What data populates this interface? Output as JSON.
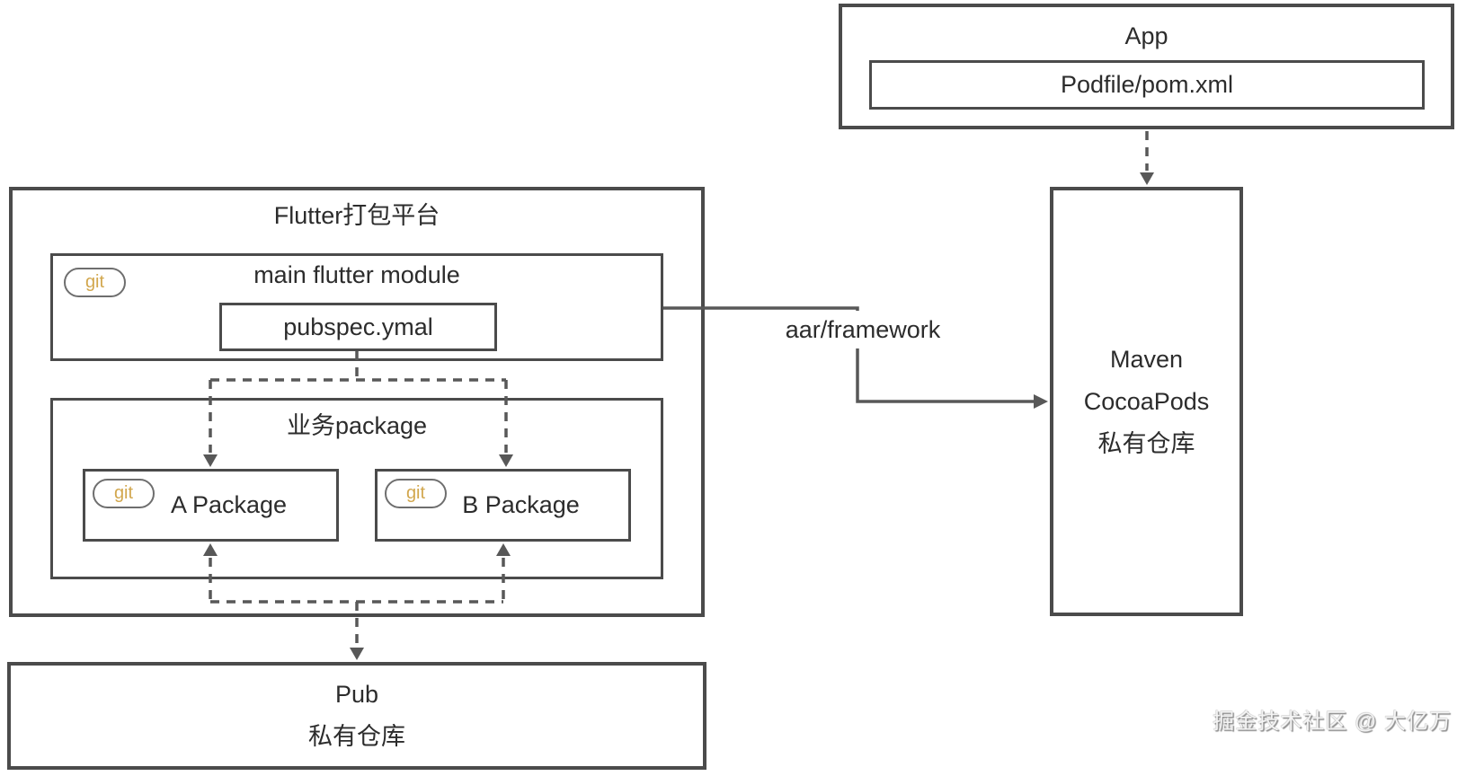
{
  "colors": {
    "border": "#4b4b4b",
    "line": "#585858",
    "text": "#2c2c2c",
    "git_badge": "#d2a74e",
    "background": "#ffffff"
  },
  "app": {
    "title": "App",
    "file_label": "Podfile/pom.xml"
  },
  "flutter_platform": {
    "title": "Flutter打包平台",
    "main_module": {
      "badge": "git",
      "title": "main flutter module",
      "file_label": "pubspec.ymal"
    },
    "biz_package": {
      "title": "业务package",
      "packages": [
        {
          "badge": "git",
          "label": "A Package"
        },
        {
          "badge": "git",
          "label": "B Package"
        }
      ]
    }
  },
  "maven_repo": {
    "lines": [
      "Maven",
      "CocoaPods",
      "私有仓库"
    ]
  },
  "pub_repo": {
    "lines": [
      "Pub",
      "私有仓库"
    ]
  },
  "edges": {
    "aar_label": "aar/framework"
  },
  "watermark": "掘金技术社区 @ 大亿万"
}
